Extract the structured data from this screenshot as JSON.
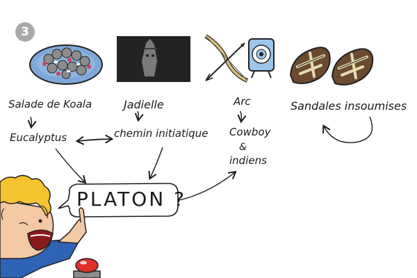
{
  "step_number": "3",
  "labels": {
    "salade": "Salade de Koala",
    "jadielle": "Jadielle",
    "arc": "Arc",
    "sandales": "Sandales insoumises",
    "eucalyptus": "Eucalyptus",
    "chemin": "chemin initiatique",
    "cowboy": "Cowboy",
    "ampersand": "&",
    "indiens": "indiens",
    "platon": "PLATON ?"
  },
  "colors": {
    "plate": "#7ea8d8",
    "dark_photo": "#2b2b2b",
    "hair": "#f6c430",
    "shirt": "#2f63b6",
    "sandal_brown": "#6b4a2f",
    "strap": "#e8dcb0",
    "button_red": "#e0302a",
    "bow_wood": "#e2c27c",
    "target_blue": "#9cc6ea"
  },
  "icons": [
    "koala-salad-image",
    "jadielle-dark-image",
    "bow-arrow-image",
    "archery-target-image",
    "sandals-image",
    "character-illustration",
    "red-buzzer-button"
  ]
}
